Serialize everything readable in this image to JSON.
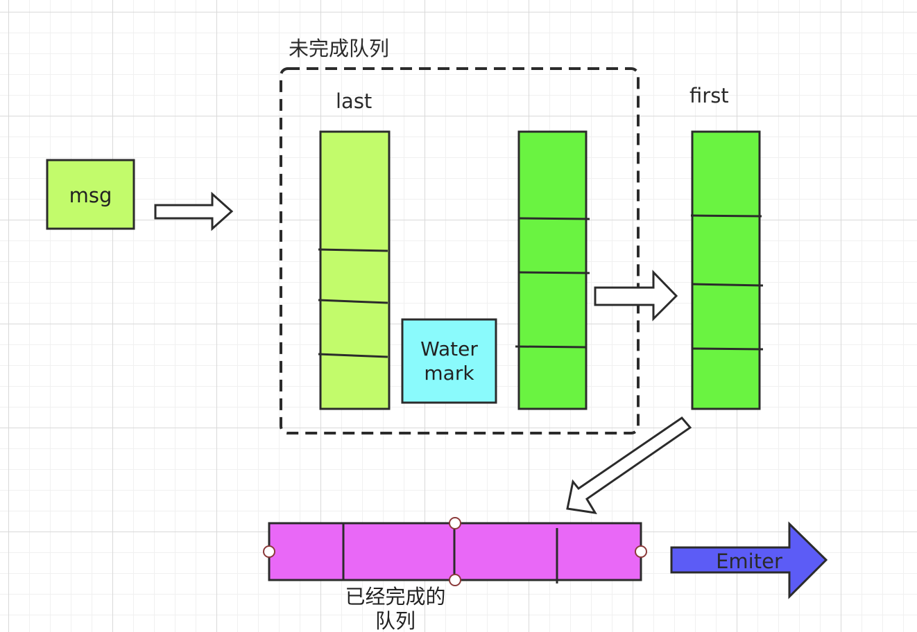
{
  "labels": {
    "uncompleted_queue_title": "未完成队列",
    "last": "last",
    "first": "first",
    "msg": "msg",
    "watermark_line1": "Water",
    "watermark_line2": "mark",
    "completed_queue_line1": "已经完成的",
    "completed_queue_line2": "队列",
    "emiter": "Emiter"
  },
  "colors": {
    "msg_fill": "#c2fb6b",
    "last_column_fill": "#c2fb6b",
    "first_column_fill": "#6af341",
    "watermark_fill": "#8afafc",
    "completed_queue_fill": "#e968f7",
    "emiter_arrow_fill": "#5c5cf6",
    "stroke": "#2b2b2b"
  }
}
